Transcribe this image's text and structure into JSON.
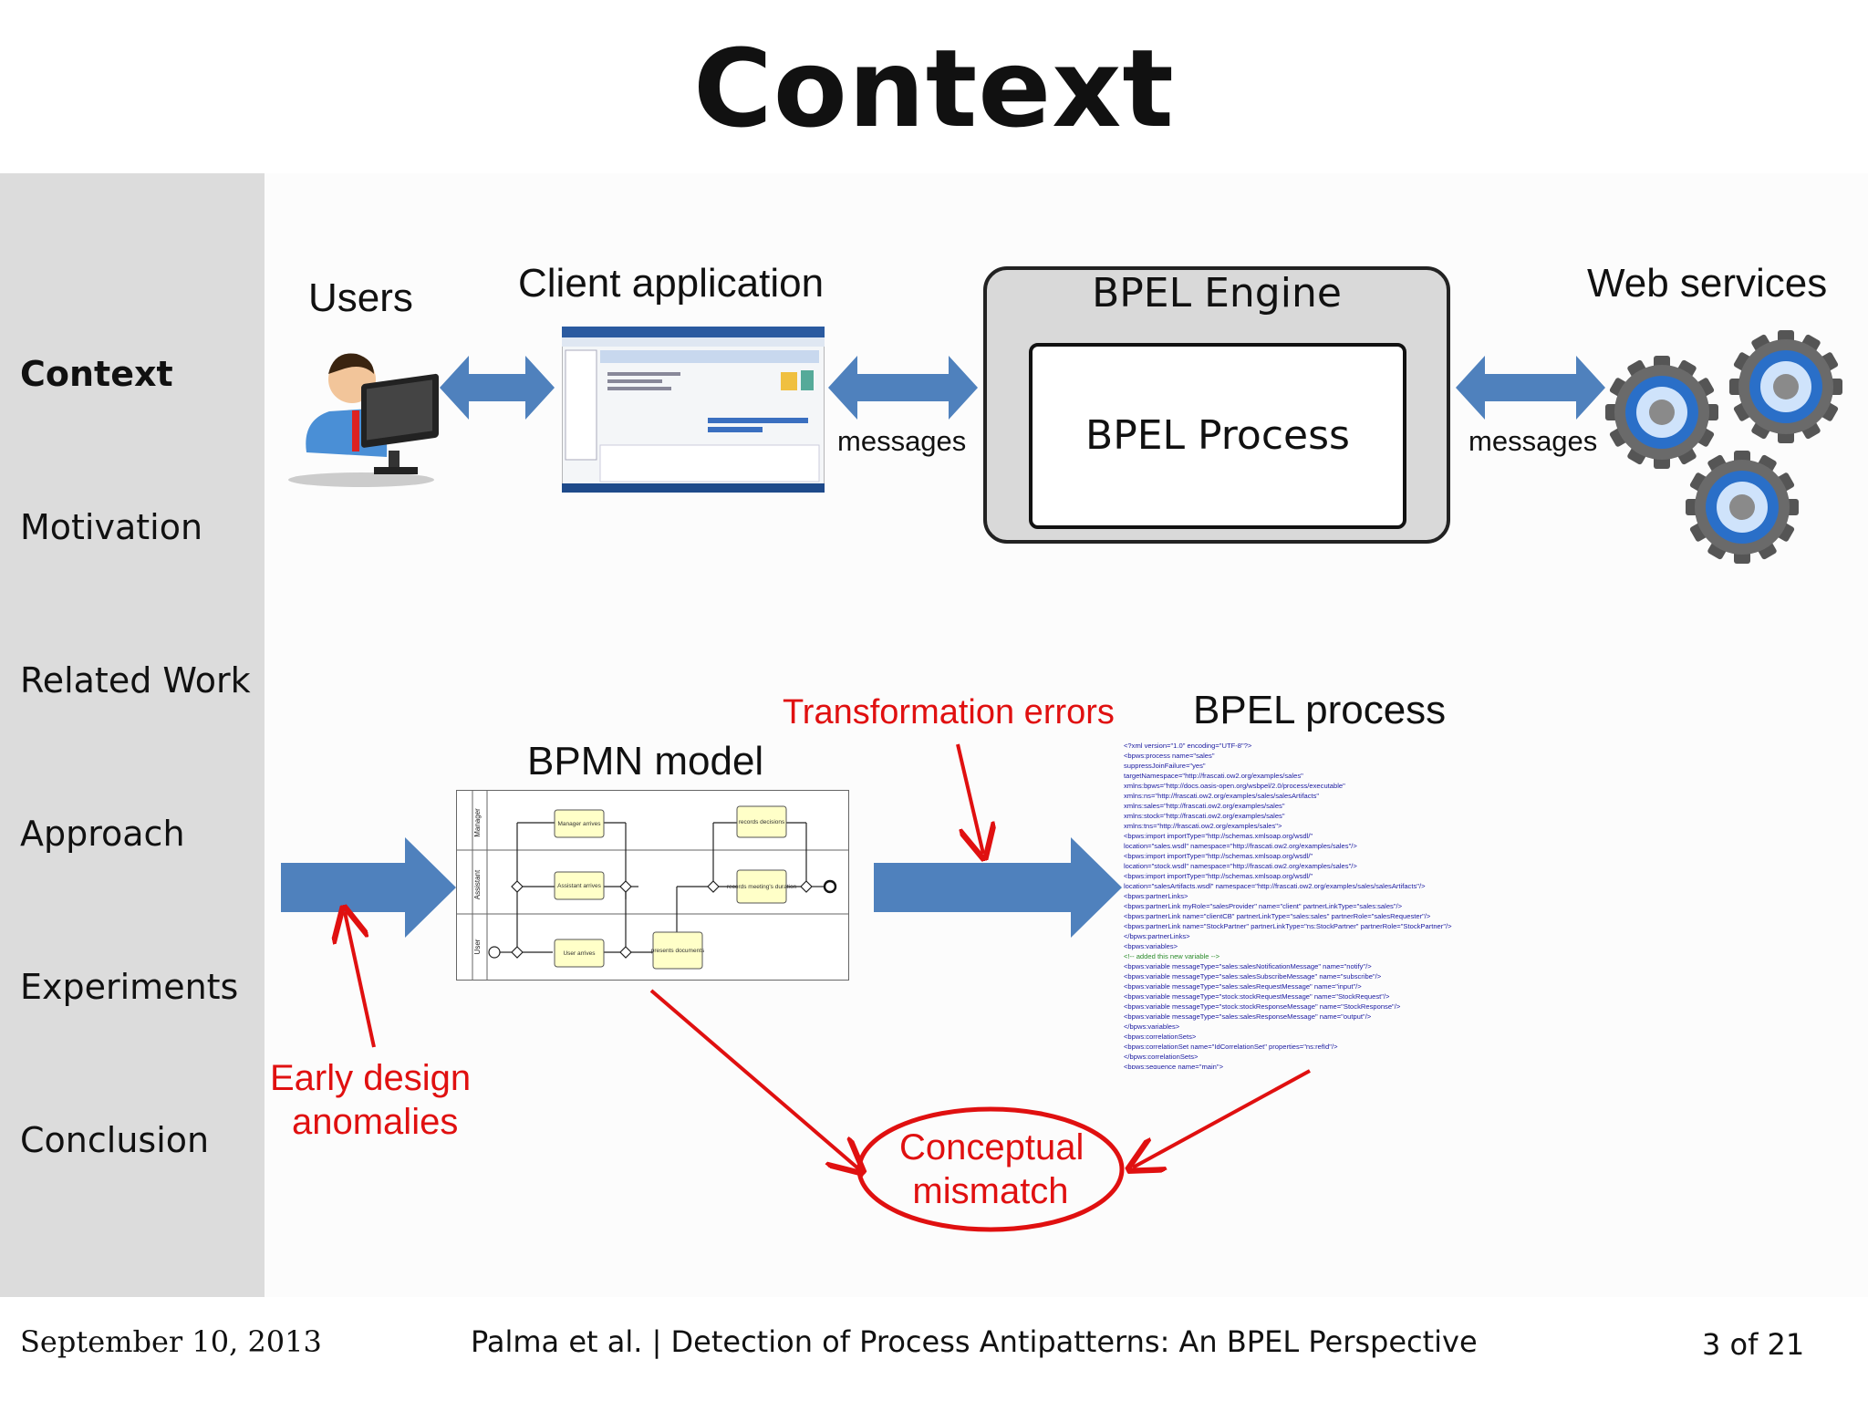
{
  "title": "Context",
  "sidebar": {
    "items": [
      {
        "label": "Context",
        "active": true
      },
      {
        "label": "Motivation",
        "active": false
      },
      {
        "label": "Related Work",
        "active": false
      },
      {
        "label": "Approach",
        "active": false
      },
      {
        "label": "Experiments",
        "active": false
      },
      {
        "label": "Conclusion",
        "active": false
      }
    ]
  },
  "architecture": {
    "users_label": "Users",
    "client_label": "Client application",
    "engine_label": "BPEL Engine",
    "process_label": "BPEL Process",
    "web_services_label": "Web services",
    "messages_left": "messages",
    "messages_right": "messages"
  },
  "transformation": {
    "bpmn_label": "BPMN model",
    "bpel_label": "BPEL process",
    "transformation_errors": "Transformation errors",
    "early_design_1": "Early design",
    "early_design_2": "anomalies",
    "mismatch_1": "Conceptual",
    "mismatch_2": "mismatch"
  },
  "bpmn": {
    "lanes": [
      "Manager",
      "Assistant",
      "User"
    ],
    "tasks": {
      "manager_arrives": "Manager arrives",
      "records_decisions": "records decisions",
      "assistant_arrives": "Assistant arrives",
      "records_duration": "records meeting's duration",
      "user_arrives": "User arrives",
      "presents_documents": "presents documents"
    }
  },
  "bpel_code": [
    "<?xml version=\"1.0\" encoding=\"UTF-8\"?>",
    "<bpws:process name=\"sales\"",
    "  suppressJoinFailure=\"yes\"",
    "  targetNamespace=\"http://frascati.ow2.org/examples/sales\"",
    "  xmlns:bpws=\"http://docs.oasis-open.org/wsbpel/2.0/process/executable\"",
    "  xmlns:ns=\"http://frascati.ow2.org/examples/sales/salesArtifacts\"",
    "  xmlns:sales=\"http://frascati.ow2.org/examples/sales\"",
    "  xmlns:stock=\"http://frascati.ow2.org/examples/sales\"",
    "  xmlns:tns=\"http://frascati.ow2.org/examples/sales\">",
    "  <bpws:import importType=\"http://schemas.xmlsoap.org/wsdl/\"",
    "    location=\"sales.wsdl\" namespace=\"http://frascati.ow2.org/examples/sales\"/>",
    "  <bpws:import importType=\"http://schemas.xmlsoap.org/wsdl/\"",
    "    location=\"stock.wsdl\" namespace=\"http://frascati.ow2.org/examples/sales\"/>",
    "  <bpws:import importType=\"http://schemas.xmlsoap.org/wsdl/\"",
    "    location=\"salesArtifacts.wsdl\" namespace=\"http://frascati.ow2.org/examples/sales/salesArtifacts\"/>",
    "  <bpws:partnerLinks>",
    "    <bpws:partnerLink myRole=\"salesProvider\" name=\"client\" partnerLinkType=\"sales:sales\"/>",
    "    <bpws:partnerLink name=\"clientCB\" partnerLinkType=\"sales:sales\" partnerRole=\"salesRequester\"/>",
    "    <bpws:partnerLink name=\"StockPartner\" partnerLinkType=\"ns:StockPartner\" partnerRole=\"StockPartner\"/>",
    "  </bpws:partnerLinks>",
    "  <bpws:variables>",
    "  <!-- added this new variable -->",
    "    <bpws:variable messageType=\"sales:salesNotificationMessage\" name=\"notify\"/>",
    "    <bpws:variable messageType=\"sales:salesSubscribeMessage\" name=\"subscribe\"/>",
    "    <bpws:variable messageType=\"sales:salesRequestMessage\" name=\"input\"/>",
    "    <bpws:variable messageType=\"stock:stockRequestMessage\" name=\"StockRequest\"/>",
    "    <bpws:variable messageType=\"stock:stockResponseMessage\" name=\"StockResponse\"/>",
    "    <bpws:variable messageType=\"sales:salesResponseMessage\" name=\"output\"/>",
    "  </bpws:variables>",
    "  <bpws:correlationSets>",
    "    <bpws:correlationSet name=\"IdCorrelationSet\" properties=\"ns:refId\"/>",
    "  </bpws:correlationSets>",
    "  <bpws:sequence name=\"main\">"
  ],
  "footer": {
    "date": "September 10, 2013",
    "title": "Palma et al. | Detection of Process Antipatterns: An BPEL Perspective",
    "page": "3 of 21"
  },
  "colors": {
    "arrow_blue": "#4f81bd",
    "annotation_red": "#e01010",
    "sidebar_gray": "#dcdcdc",
    "engine_gray": "#d9d9d9"
  }
}
